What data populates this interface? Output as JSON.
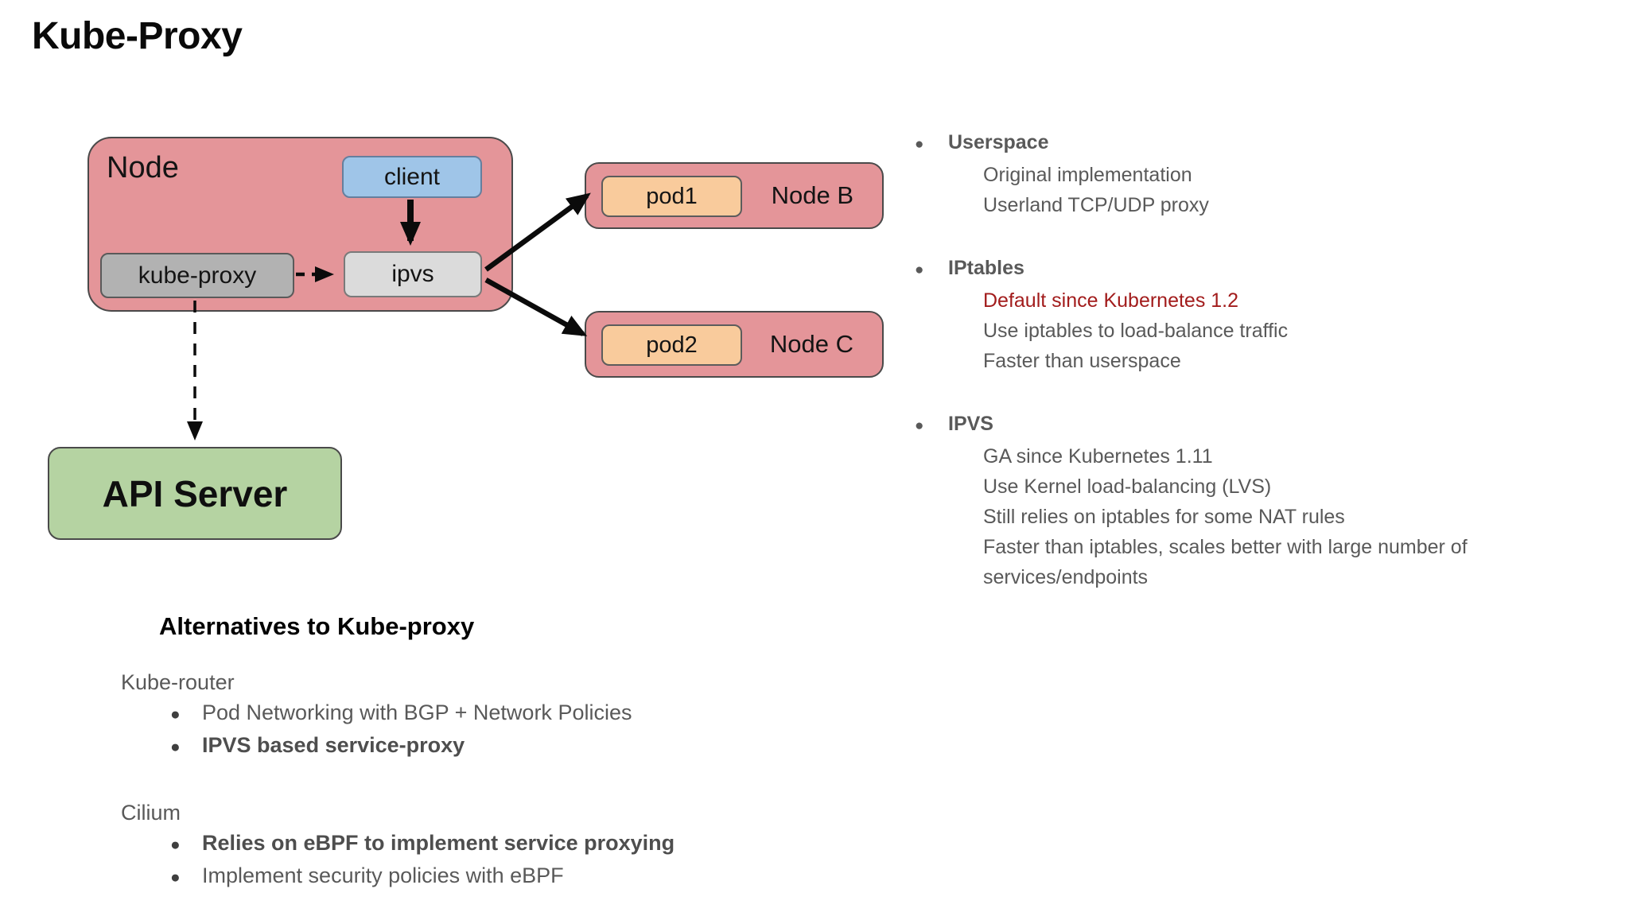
{
  "title": "Kube-Proxy",
  "diagram": {
    "node": {
      "label": "Node",
      "client": "client",
      "kube_proxy": "kube-proxy",
      "ipvs": "ipvs"
    },
    "node_b": {
      "label": "Node B",
      "pod": "pod1"
    },
    "node_c": {
      "label": "Node C",
      "pod": "pod2"
    },
    "api_server": {
      "label": "API Server"
    },
    "arrows": [
      "client-to-ipvs",
      "kube-proxy-to-ipvs-dashed",
      "kube-proxy-to-api-server-dashed",
      "ipvs-to-pod1",
      "ipvs-to-pod2"
    ]
  },
  "proxy_modes": [
    {
      "heading": "Userspace",
      "items": [
        {
          "text": "Original implementation"
        },
        {
          "text": "Userland TCP/UDP proxy"
        }
      ]
    },
    {
      "heading": "IPtables",
      "items": [
        {
          "text": "Default since Kubernetes 1.2",
          "highlight": true
        },
        {
          "text": "Use iptables to load-balance traffic"
        },
        {
          "text": "Faster than userspace"
        }
      ]
    },
    {
      "heading": "IPVS",
      "items": [
        {
          "text": "GA since Kubernetes 1.11"
        },
        {
          "text": "Use Kernel load-balancing (LVS)"
        },
        {
          "text": "Still relies on iptables for some NAT rules"
        },
        {
          "text": "Faster than iptables, scales better with large number of services/endpoints"
        }
      ]
    }
  ],
  "alternatives": {
    "heading": "Alternatives to Kube-proxy",
    "groups": [
      {
        "name": "Kube-router",
        "items": [
          {
            "text": "Pod Networking with BGP + Network Policies",
            "bold": false
          },
          {
            "text": "IPVS based service-proxy",
            "bold": true
          }
        ]
      },
      {
        "name": "Cilium",
        "items": [
          {
            "text": "Relies on eBPF to implement service proxying",
            "bold": true
          },
          {
            "text": "Implement security policies with eBPF",
            "bold": false
          }
        ]
      }
    ]
  },
  "bullet_glyph": "●",
  "colors": {
    "node_fill": "#E49599",
    "client_fill": "#9FC5E8",
    "kube_proxy_fill": "#B2B2B2",
    "ipvs_fill": "#DBDBDB",
    "pod_fill": "#F9CB9C",
    "api_server_fill": "#B5D3A2",
    "body_text": "#595959",
    "highlight_red": "#A21C1C"
  }
}
